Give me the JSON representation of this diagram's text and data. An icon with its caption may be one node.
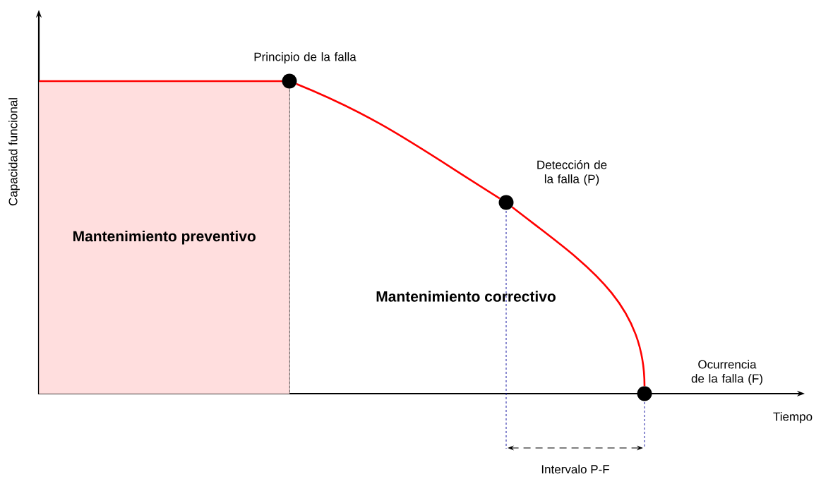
{
  "diagram": {
    "nodes": [
      {
        "text": [
          "Mantenimiento preventivo"
        ]
      },
      {
        "text": [],
        "shape": "circle",
        "beside": [
          "Principio de la falla"
        ]
      },
      {
        "text": [],
        "shape": "circle",
        "beside": [
          "Detección de la falla (P)"
        ]
      },
      {
        "text": [],
        "shape": "circle",
        "beside": [
          "Ocurrencia de la falla (F)"
        ]
      }
    ],
    "edges": [
      {
        "from": 1,
        "to": 2,
        "arrow": "none"
      },
      {
        "from": 2,
        "to": 3,
        "arrow": "none"
      }
    ],
    "labels": [
      "Capacidad funcional",
      "Mantenimiento correctivo",
      "Tiempo",
      "Intervalo P-F"
    ]
  }
}
